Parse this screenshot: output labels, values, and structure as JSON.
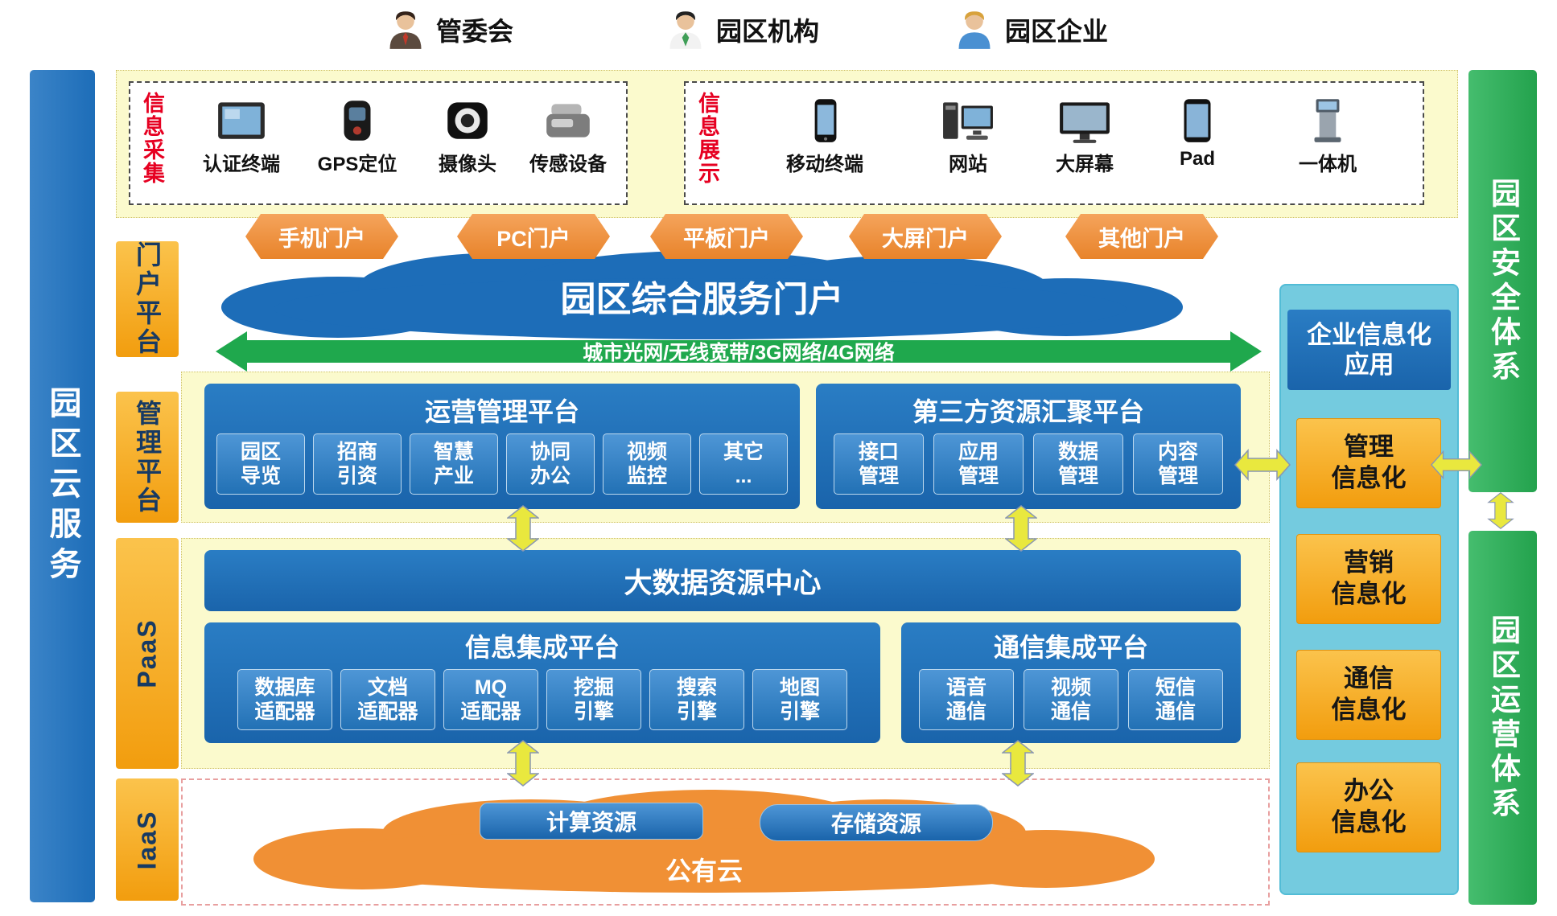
{
  "users": [
    {
      "label": "管委会"
    },
    {
      "label": "园区机构"
    },
    {
      "label": "园区企业"
    }
  ],
  "left_bar": {
    "label": "园区云服务"
  },
  "tabs": {
    "portal": "门户平台",
    "mgmt": "管理平台",
    "paas": "PaaS",
    "iaas": "IaaS"
  },
  "right_bars": {
    "security": "园区安全体系",
    "operation": "园区运营体系"
  },
  "info_collection": {
    "label": "信息采集",
    "devices": [
      {
        "name": "认证终端"
      },
      {
        "name": "GPS定位"
      },
      {
        "name": "摄像头"
      },
      {
        "name": "传感设备"
      }
    ]
  },
  "info_display": {
    "label": "信息展示",
    "devices": [
      {
        "name": "移动终端"
      },
      {
        "name": "网站"
      },
      {
        "name": "大屏幕"
      },
      {
        "name": "Pad"
      },
      {
        "name": "一体机"
      }
    ]
  },
  "portals": [
    {
      "label": "手机门户"
    },
    {
      "label": "PC门户"
    },
    {
      "label": "平板门户"
    },
    {
      "label": "大屏门户"
    },
    {
      "label": "其他门户"
    }
  ],
  "service_cloud": {
    "title": "园区综合服务门户"
  },
  "network_band": {
    "label": "城市光网/无线宽带/3G网络/4G网络"
  },
  "operation_platform": {
    "title": "运营管理平台",
    "items": [
      "园区\n导览",
      "招商\n引资",
      "智慧\n产业",
      "协同\n办公",
      "视频\n监控",
      "其它\n..."
    ]
  },
  "third_party_platform": {
    "title": "第三方资源汇聚平台",
    "items": [
      "接口\n管理",
      "应用\n管理",
      "数据\n管理",
      "内容\n管理"
    ]
  },
  "big_data_center": {
    "title": "大数据资源中心"
  },
  "info_integration": {
    "title": "信息集成平台",
    "items": [
      "数据库\n适配器",
      "文档\n适配器",
      "MQ\n适配器",
      "挖掘\n引擎",
      "搜索\n引擎",
      "地图\n引擎"
    ]
  },
  "comm_integration": {
    "title": "通信集成平台",
    "items": [
      "语音\n通信",
      "视频\n通信",
      "短信\n通信"
    ]
  },
  "iaas": {
    "cloud_title": "公有云",
    "resources": [
      "计算资源",
      "存储资源"
    ]
  },
  "enterprise_panel": {
    "title": "企业信息化\n应用",
    "items": [
      "管理\n信息化",
      "营销\n信息化",
      "通信\n信息化",
      "办公\n信息化"
    ]
  },
  "colors": {
    "blue": "#1d6db8",
    "orange": "#f5a81c",
    "deep_orange": "#ee8c3c",
    "yellow_bg": "#fbfacd",
    "green": "#2fae5b",
    "cyan": "#74cbdf",
    "arrow_yellow": "#e9e83e",
    "red_label": "#e60021"
  }
}
